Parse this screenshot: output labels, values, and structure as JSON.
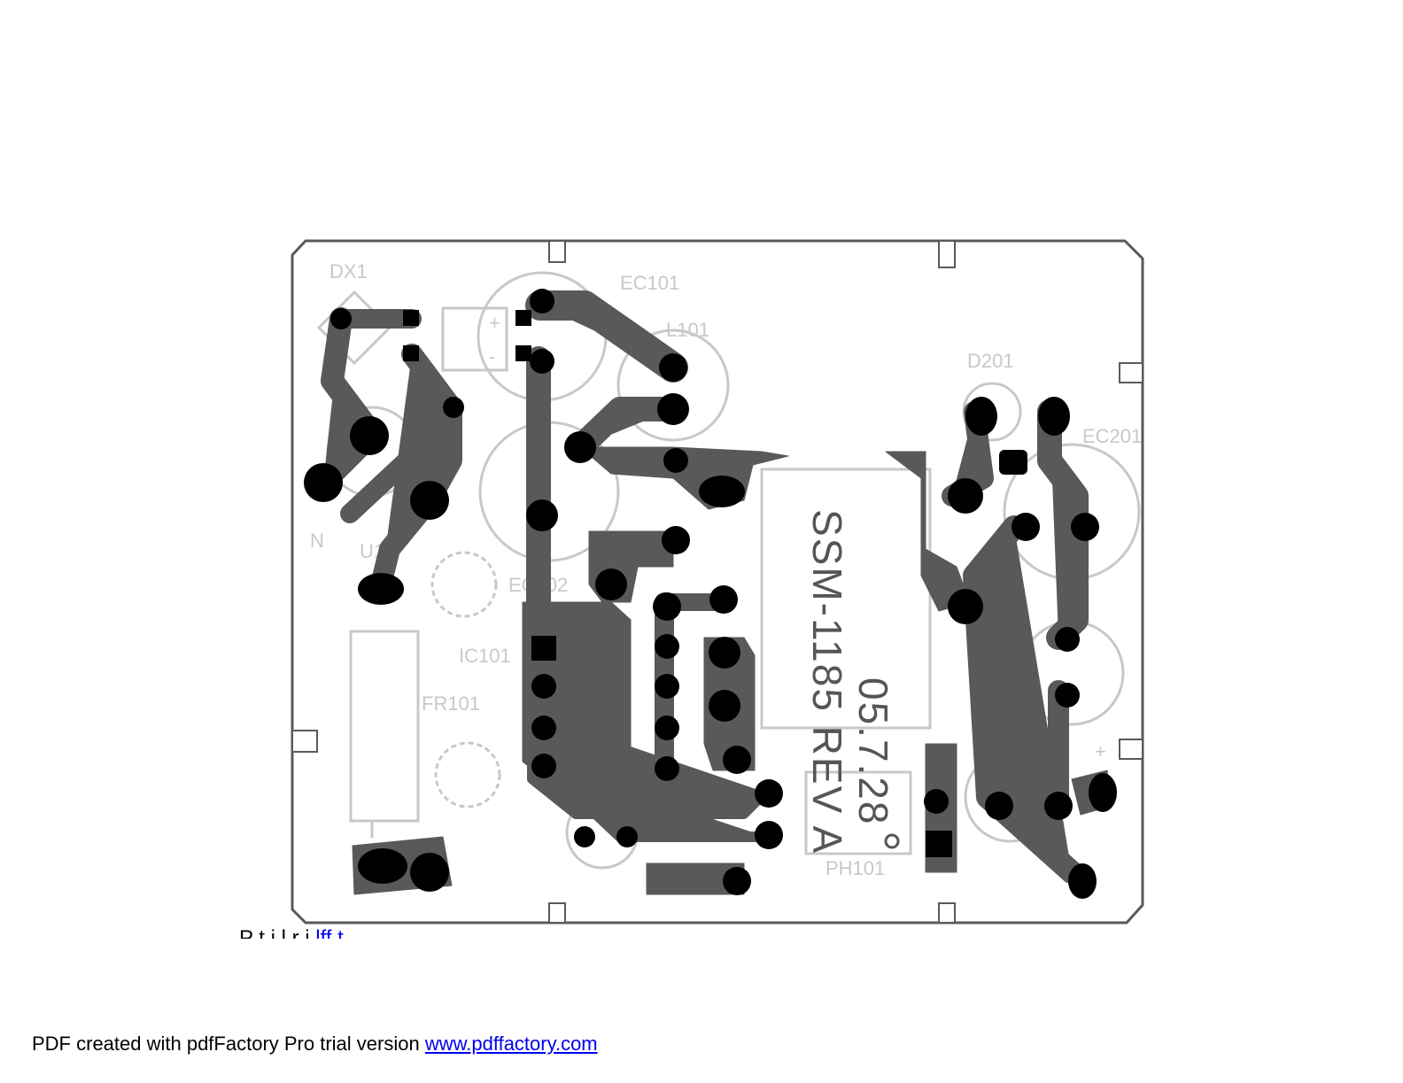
{
  "board": {
    "silkscreen_labels": [
      "DX1",
      "EC101",
      "L101",
      "N",
      "U1",
      "EC102",
      "IC101",
      "FR101",
      "PH101",
      "D201",
      "EC201",
      "+",
      "-",
      "+"
    ],
    "board_text": "SSM-1185 REV A",
    "board_date": "05.7.28"
  },
  "overflow_text": {
    "prefix": "P  t i l   r i  ",
    "link": "  lff t"
  },
  "footer": {
    "text": "PDF created with pdfFactory Pro trial version ",
    "link": "www.pdffactory.com"
  }
}
